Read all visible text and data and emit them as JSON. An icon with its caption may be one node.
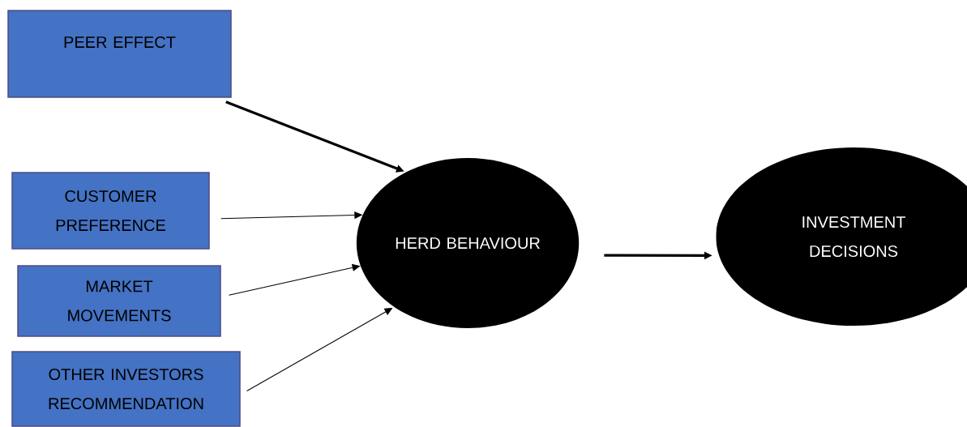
{
  "diagram": {
    "nodes": [
      {
        "text": [
          "PEER EFFECT"
        ]
      },
      {
        "text": [
          "CUSTOMER PREFERENCE"
        ]
      },
      {
        "text": [
          "MARKET MOVEMENTS"
        ]
      },
      {
        "text": [
          "OTHER INVESTORS RECOMMENDATION"
        ]
      },
      {
        "text": [
          "HERD BEHAVIOUR"
        ]
      },
      {
        "text": [
          "INVESTMENT DECISIONS"
        ]
      }
    ],
    "edges": [
      {
        "from": 0,
        "to": 4,
        "arrow": "to",
        "style": "thick"
      },
      {
        "from": 1,
        "to": 4,
        "arrow": "to"
      },
      {
        "from": 2,
        "to": 4,
        "arrow": "to"
      },
      {
        "from": 3,
        "to": 4,
        "arrow": "to"
      },
      {
        "from": 4,
        "to": 5,
        "arrow": "to",
        "style": "thick"
      }
    ]
  }
}
